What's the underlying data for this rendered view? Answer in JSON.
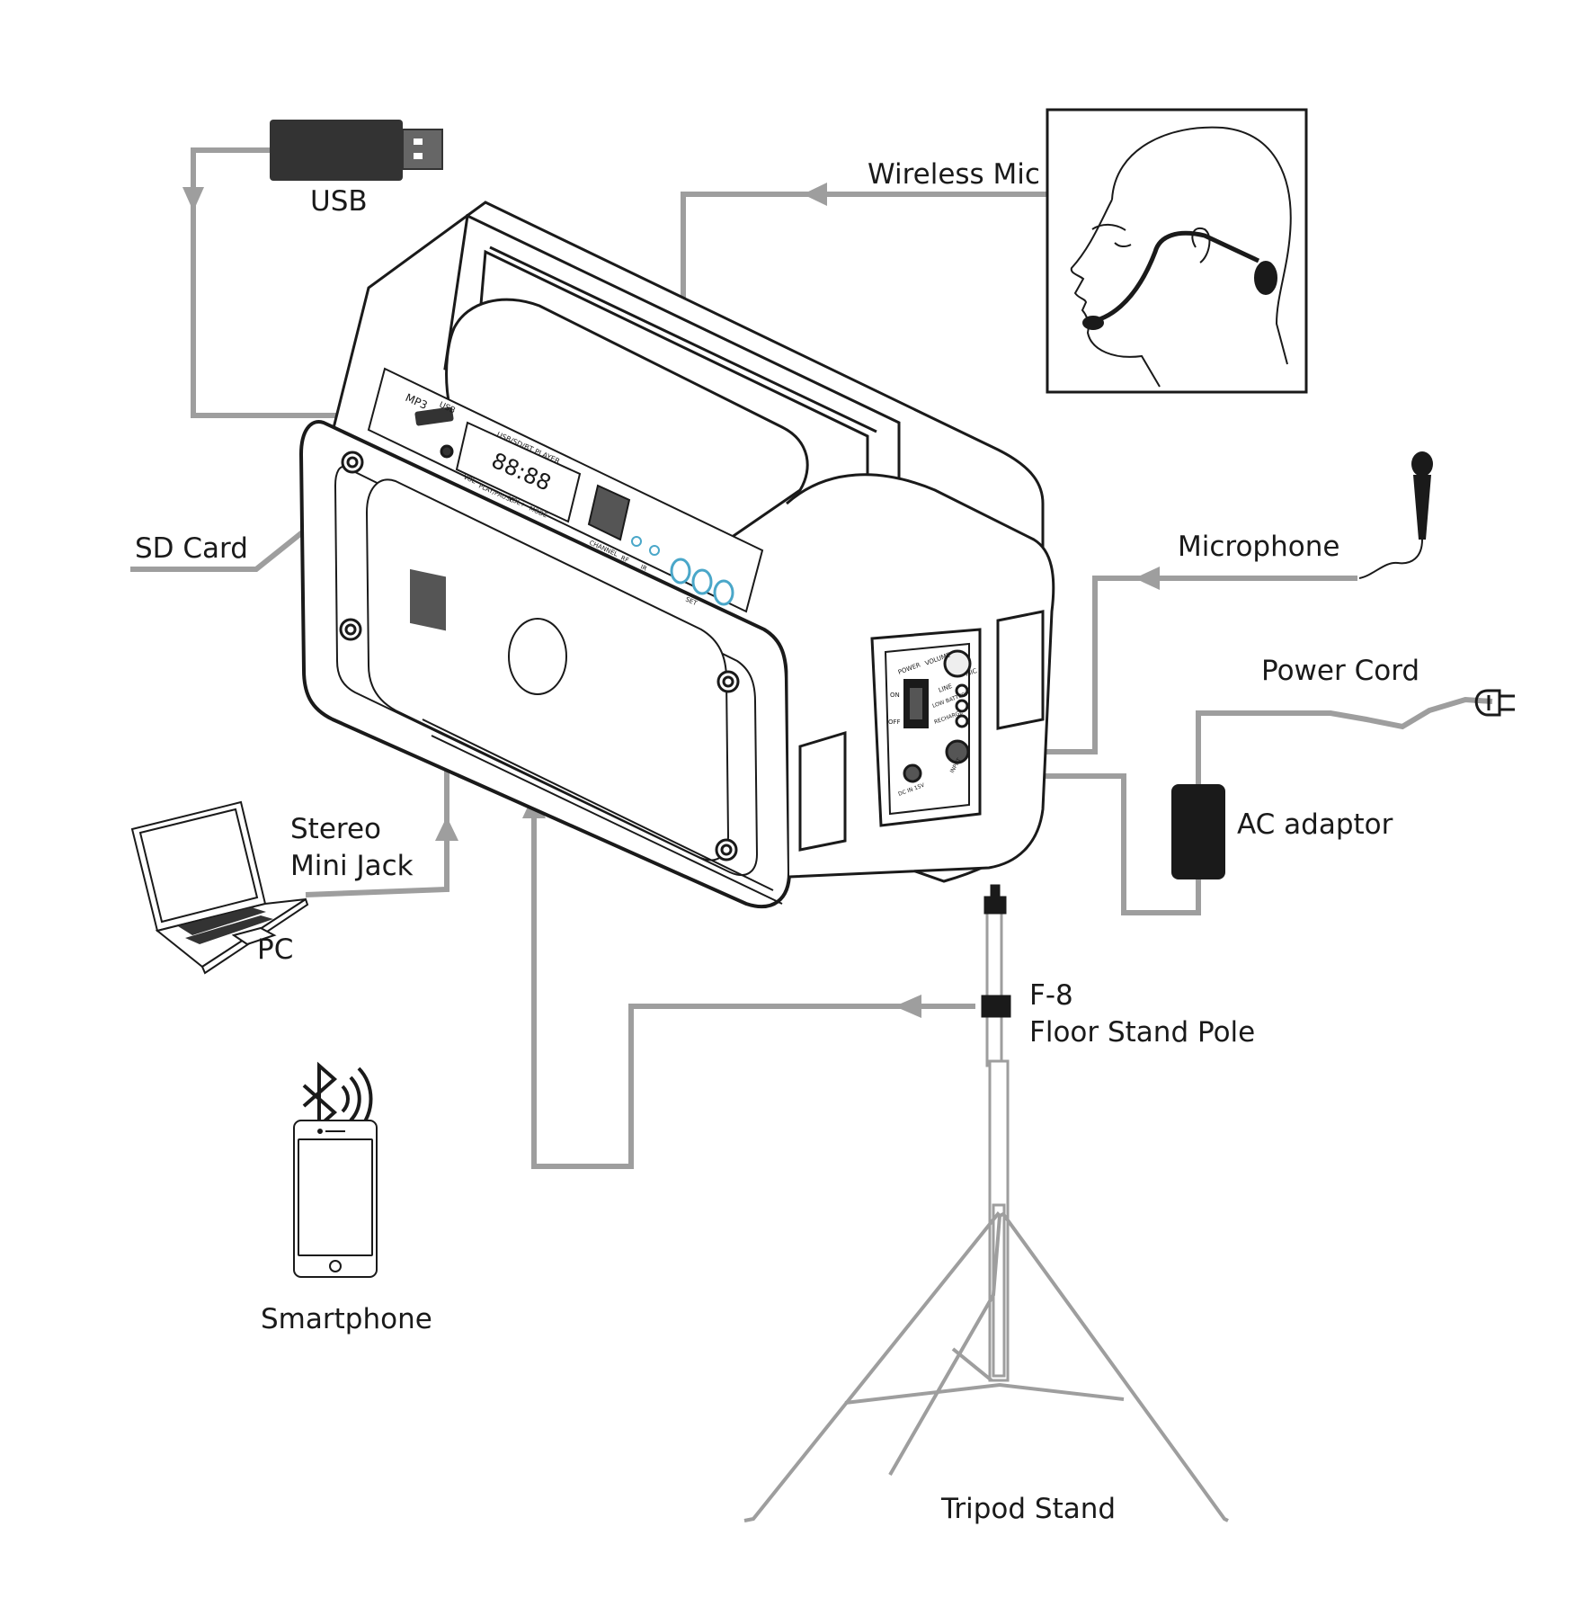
{
  "labels": {
    "usb": "USB",
    "wireless_mic": "Wireless Mic",
    "sd_card": "SD Card",
    "microphone": "Microphone",
    "power_cord": "Power Cord",
    "ac_adaptor": "AC adaptor",
    "stereo_line1": "Stereo",
    "stereo_line2": "Mini Jack",
    "pc": "PC",
    "f8_line1": "F-8",
    "f8_line2": "Floor Stand Pole",
    "smartphone": "Smartphone",
    "tripod_stand": "Tripod Stand"
  },
  "panel_text": {
    "mp3": "MP3",
    "usb": "USB",
    "player": "USB/SD/BT PLAYER",
    "display": "88:88",
    "channel": "CHANNEL",
    "rf": "RF",
    "ir": "IR",
    "set": "SET",
    "vol_minus": "VOL-",
    "play_pause": "PLAY/PAUSE",
    "vol_plus": "VOL+",
    "mode": "MODE",
    "power": "POWER",
    "volume": "VOLUME",
    "mic": "MIC",
    "line": "LINE",
    "low_battery": "LOW BATTERY",
    "recharge": "RECHARGE",
    "on": "ON",
    "off": "OFF",
    "input": "INPUT",
    "dc": "DC IN 15V"
  },
  "colors": {
    "line": "#9e9e9e",
    "ink": "#1a1a1a",
    "device": "#ffffff",
    "accent": "#4aa7c9"
  },
  "icons": [
    "usb-stick-icon",
    "headset-icon",
    "handheld-mic-icon",
    "power-plug-icon",
    "ac-adaptor-icon",
    "laptop-icon",
    "bluetooth-icon",
    "smartphone-icon",
    "tripod-stand-icon",
    "speaker-device"
  ]
}
